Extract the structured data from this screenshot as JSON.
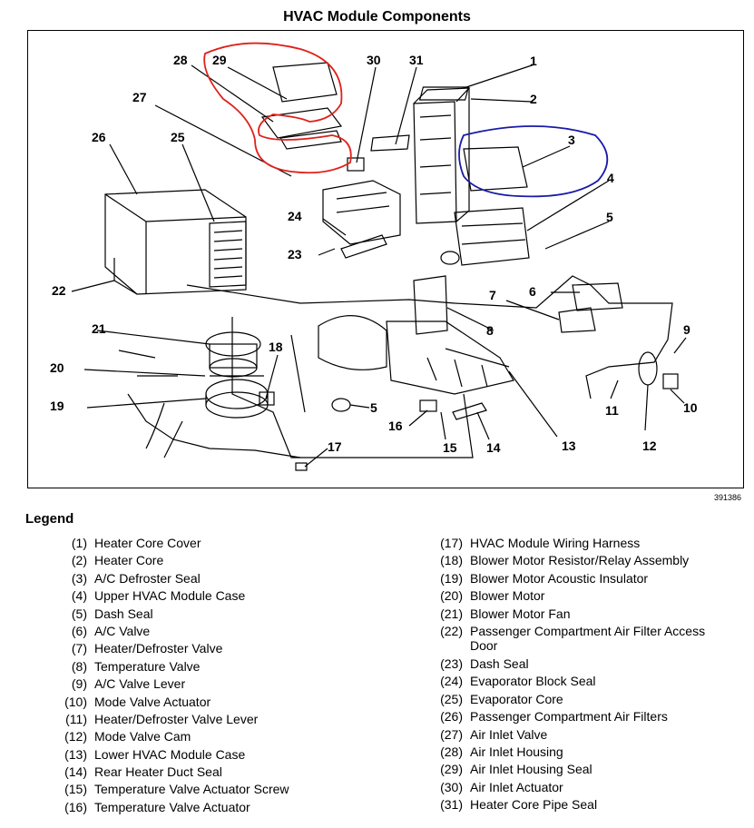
{
  "title": "HVAC Module Components",
  "figure_id": "391386",
  "legend_title": "Legend",
  "callouts": [
    "1",
    "2",
    "3",
    "4",
    "5",
    "5",
    "6",
    "7",
    "8",
    "9",
    "10",
    "11",
    "12",
    "13",
    "14",
    "15",
    "16",
    "17",
    "18",
    "19",
    "20",
    "21",
    "22",
    "23",
    "24",
    "25",
    "26",
    "27",
    "28",
    "29",
    "30",
    "31"
  ],
  "legend_left": [
    {
      "num": "(1)",
      "text": "Heater Core Cover"
    },
    {
      "num": "(2)",
      "text": "Heater Core"
    },
    {
      "num": "(3)",
      "text": "A/C Defroster Seal"
    },
    {
      "num": "(4)",
      "text": "Upper HVAC Module Case"
    },
    {
      "num": "(5)",
      "text": "Dash Seal"
    },
    {
      "num": "(6)",
      "text": "A/C Valve"
    },
    {
      "num": "(7)",
      "text": "Heater/Defroster Valve"
    },
    {
      "num": "(8)",
      "text": "Temperature Valve"
    },
    {
      "num": "(9)",
      "text": "A/C Valve Lever"
    },
    {
      "num": "(10)",
      "text": "Mode Valve Actuator"
    },
    {
      "num": "(11)",
      "text": "Heater/Defroster Valve Lever"
    },
    {
      "num": "(12)",
      "text": "Mode Valve Cam"
    },
    {
      "num": "(13)",
      "text": "Lower HVAC Module Case"
    },
    {
      "num": "(14)",
      "text": "Rear Heater Duct Seal"
    },
    {
      "num": "(15)",
      "text": "Temperature Valve Actuator Screw"
    },
    {
      "num": "(16)",
      "text": "Temperature Valve Actuator"
    }
  ],
  "legend_right": [
    {
      "num": "(17)",
      "text": "HVAC Module Wiring Harness"
    },
    {
      "num": "(18)",
      "text": "Blower Motor Resistor/Relay Assembly"
    },
    {
      "num": "(19)",
      "text": "Blower Motor Acoustic Insulator"
    },
    {
      "num": "(20)",
      "text": "Blower Motor"
    },
    {
      "num": "(21)",
      "text": "Blower Motor Fan"
    },
    {
      "num": "(22)",
      "text": "Passenger Compartment Air Filter Access Door"
    },
    {
      "num": "(23)",
      "text": "Dash Seal"
    },
    {
      "num": "(24)",
      "text": "Evaporator Block Seal"
    },
    {
      "num": "(25)",
      "text": "Evaporator Core"
    },
    {
      "num": "(26)",
      "text": "Passenger Compartment Air Filters"
    },
    {
      "num": "(27)",
      "text": "Air Inlet Valve"
    },
    {
      "num": "(28)",
      "text": "Air Inlet Housing"
    },
    {
      "num": "(29)",
      "text": "Air Inlet Housing Seal"
    },
    {
      "num": "(30)",
      "text": "Air Inlet Actuator"
    },
    {
      "num": "(31)",
      "text": "Heater Core Pipe Seal"
    }
  ],
  "annotation_colors": {
    "red": "#e0201a",
    "blue": "#1a1aa8"
  }
}
